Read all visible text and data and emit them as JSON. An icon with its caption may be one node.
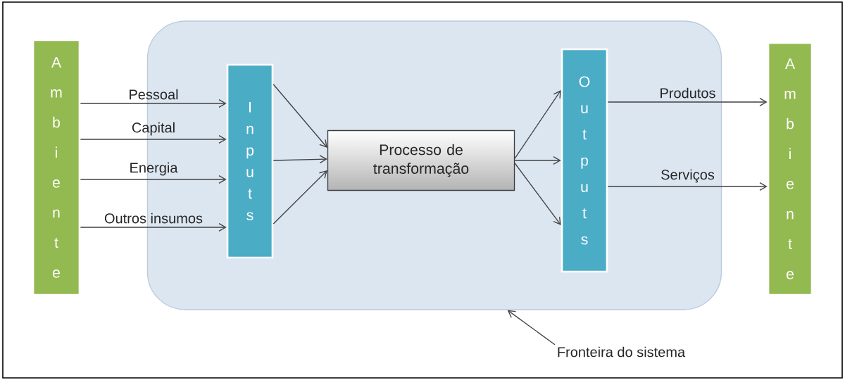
{
  "diagram": {
    "nodes": [
      {
        "text": [
          "Ambiente"
        ]
      },
      {
        "text": [],
        "shape": "box"
      },
      {
        "text": [
          "Inputs"
        ],
        "in": 1
      },
      {
        "text": [
          "Processo de transformação"
        ],
        "in": 1
      },
      {
        "text": [
          "Outputs"
        ],
        "in": 1
      },
      {
        "text": [
          "Ambiente"
        ]
      },
      {
        "text": [
          "Fronteira do sistema"
        ]
      }
    ],
    "edges": [
      {
        "from": 0,
        "to": 2,
        "arrow": "to",
        "label": "Pessoal"
      },
      {
        "from": 0,
        "to": 2,
        "arrow": "to",
        "label": "Capital"
      },
      {
        "from": 0,
        "to": 2,
        "arrow": "to",
        "label": "Energia"
      },
      {
        "from": 0,
        "to": 2,
        "arrow": "to",
        "label": "Outros insumos"
      },
      {
        "from": 2,
        "to": 3,
        "arrow": "to"
      },
      {
        "from": 2,
        "to": 3,
        "arrow": "to"
      },
      {
        "from": 2,
        "to": 3,
        "arrow": "to"
      },
      {
        "from": 3,
        "to": 4,
        "arrow": "to"
      },
      {
        "from": 3,
        "to": 4,
        "arrow": "to"
      },
      {
        "from": 3,
        "to": 4,
        "arrow": "to"
      },
      {
        "from": 4,
        "to": 5,
        "arrow": "to",
        "label": "Produtos"
      },
      {
        "from": 4,
        "to": 5,
        "arrow": "to",
        "label": "Serviços"
      },
      {
        "from": 6,
        "to": 1,
        "arrow": "to"
      }
    ]
  }
}
